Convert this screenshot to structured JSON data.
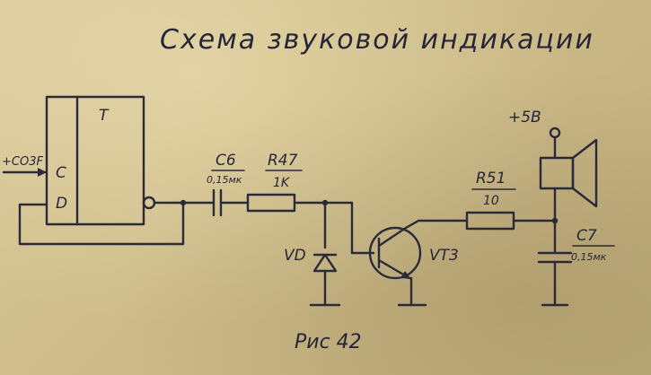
{
  "title": "Схема звуковой индикации",
  "trigger": {
    "type_label": "T",
    "input_c": "C",
    "input_d": "D",
    "signal_label": "+CO3F"
  },
  "capacitor_c6": {
    "ref": "C6",
    "value": "0,15мк"
  },
  "resistor_r47": {
    "ref": "R47",
    "value": "1K"
  },
  "diode_vd": {
    "ref": "VD"
  },
  "transistor_vt3": {
    "ref": "VT3"
  },
  "resistor_r51": {
    "ref": "R51",
    "value": "10"
  },
  "supply": {
    "label": "+5B"
  },
  "capacitor_c7": {
    "ref": "C7",
    "value": "0,15мк"
  },
  "figure_caption": "Рис 42",
  "colors": {
    "paper": "#d9c99b",
    "ink": "#2a2a3a"
  }
}
